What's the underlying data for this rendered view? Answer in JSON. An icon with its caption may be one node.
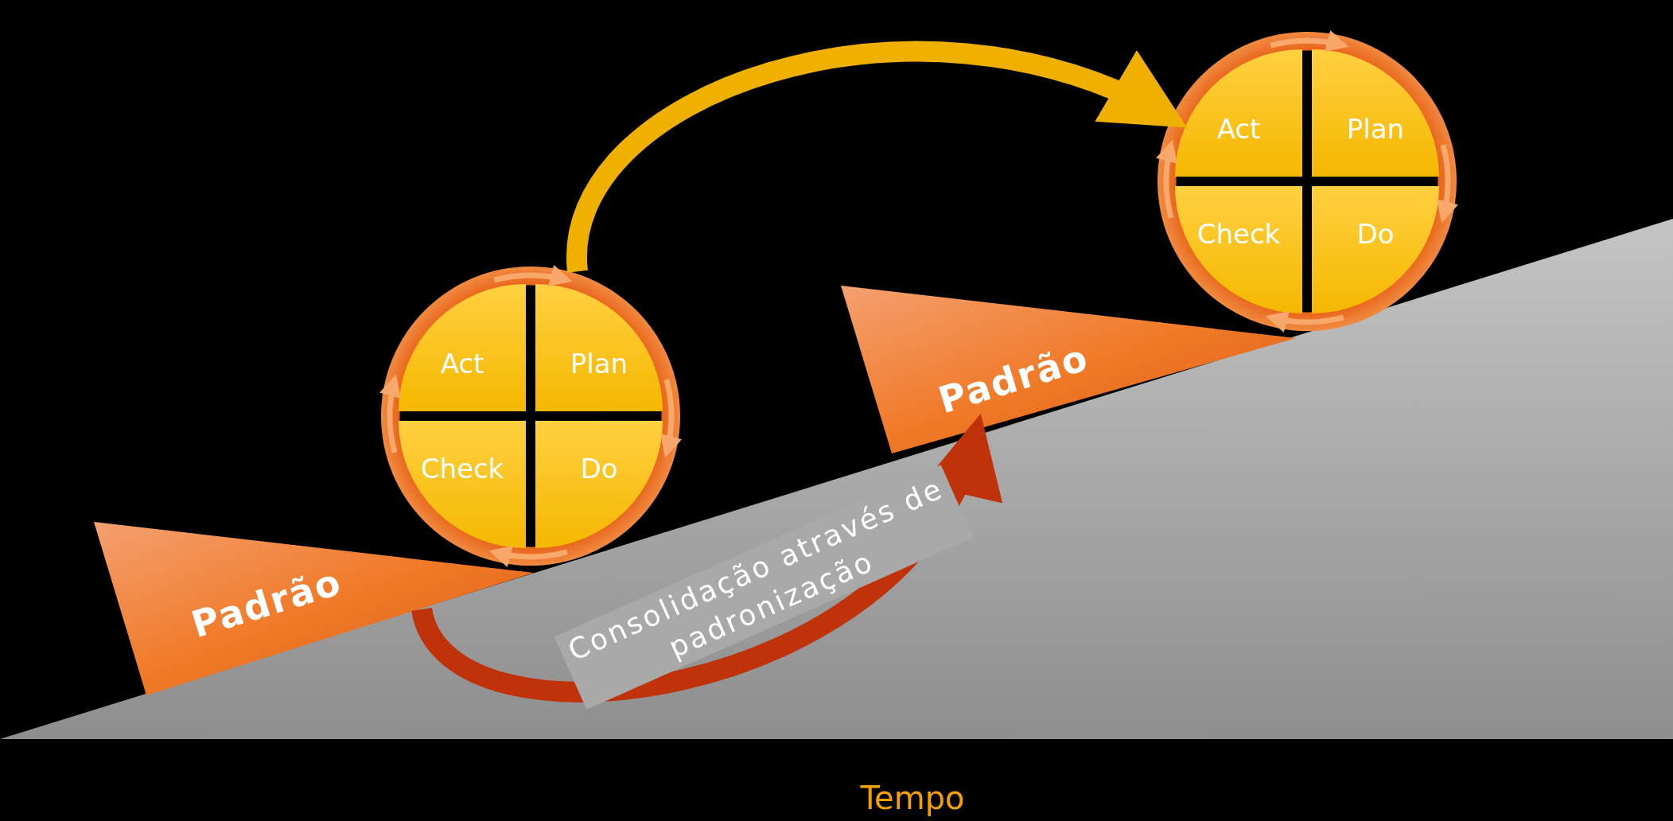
{
  "diagram": {
    "nodes": [
      {
        "text": [
          "Padrão"
        ]
      },
      {
        "text": [],
        "shape": "circle"
      },
      {
        "text": [
          "Act"
        ],
        "in": 1
      },
      {
        "text": [
          "Plan"
        ],
        "in": 1
      },
      {
        "text": [
          "Check"
        ],
        "in": 1
      },
      {
        "text": [
          "Do"
        ],
        "in": 1
      },
      {
        "text": [
          "Padrão"
        ]
      },
      {
        "text": [],
        "shape": "circle"
      },
      {
        "text": [
          "Act"
        ],
        "in": 7
      },
      {
        "text": [
          "Plan"
        ],
        "in": 7
      },
      {
        "text": [
          "Check"
        ],
        "in": 7
      },
      {
        "text": [
          "Do"
        ],
        "in": 7
      }
    ],
    "edges": [
      {
        "from": 2,
        "to": 3,
        "arrow": "to"
      },
      {
        "from": 3,
        "to": 5,
        "arrow": "to"
      },
      {
        "from": 5,
        "to": 4,
        "arrow": "to"
      },
      {
        "from": 4,
        "to": 2,
        "arrow": "to"
      },
      {
        "from": 8,
        "to": 9,
        "arrow": "to"
      },
      {
        "from": 9,
        "to": 11,
        "arrow": "to"
      },
      {
        "from": 11,
        "to": 10,
        "arrow": "to"
      },
      {
        "from": 10,
        "to": 8,
        "arrow": "to"
      },
      {
        "from": 1,
        "to": 7,
        "arrow": "to",
        "style": "thick",
        "color": "#f0b000"
      },
      {
        "from": 0,
        "to": 6,
        "arrow": "to",
        "label": "Consolidação através de padronização",
        "style": "thick",
        "color": "#c0320a"
      }
    ],
    "labels": [
      "Tempo"
    ]
  }
}
